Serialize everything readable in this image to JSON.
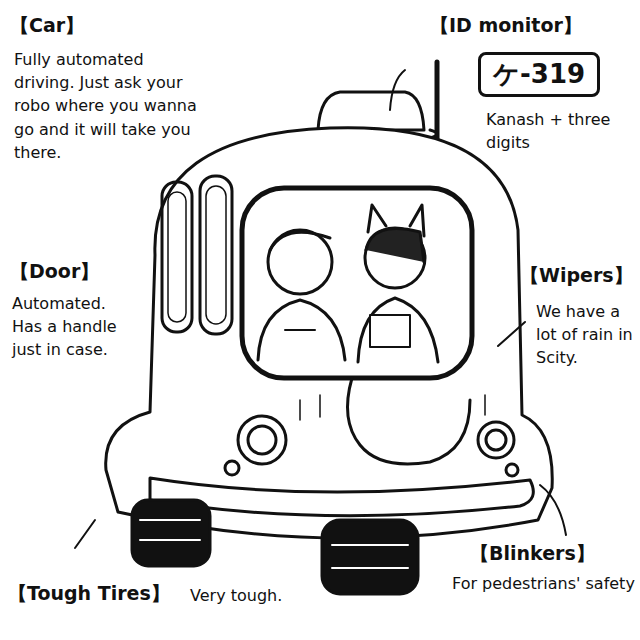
{
  "diagram": {
    "nodes": [
      {
        "text": [
          "ケ-319"
        ]
      }
    ],
    "labels": [
      "【Car】",
      "Fully automated driving. Just ask your robo where you wanna go and it will take you there.",
      "【ID monitor】",
      "Kanash + three digits",
      "【Door】",
      "Automated. Has a handle just in case.",
      "【Wipers】",
      "We have a lot of rain in Scity.",
      "【Tough Tires】",
      "Very tough.",
      "【Blinkers】",
      "For pedestrians' safety"
    ]
  }
}
